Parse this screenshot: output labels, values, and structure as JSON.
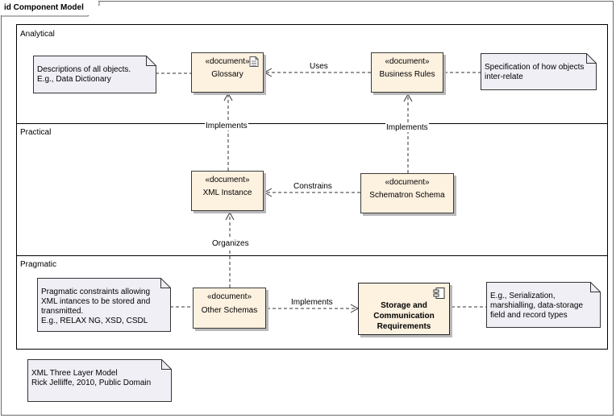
{
  "frame": {
    "title": "id Component Model"
  },
  "layers": {
    "analytical": "Analytical",
    "practical": "Practical",
    "pragmatic": "Pragmatic"
  },
  "nodes": {
    "glossary": {
      "stereotype": "«document»",
      "name": "Glossary"
    },
    "business_rules": {
      "stereotype": "«document»",
      "name": "Business Rules"
    },
    "xml_instance": {
      "stereotype": "«document»",
      "name": "XML Instance"
    },
    "schematron": {
      "stereotype": "«document»",
      "name": "Schematron Schema"
    },
    "other_schemas": {
      "stereotype": "«document»",
      "name": "Other Schemas"
    },
    "storage": {
      "name": "Storage and\nCommunication\nRequirements"
    }
  },
  "notes": {
    "descriptions": "Descriptions of all objects.\nE.g., Data Dictionary",
    "specification": "Specification of how objects\ninter-relate",
    "pragmatic_constraints": "Pragmatic constraints allowing\nXML intances to be stored and\ntransmitted.\nE.g., RELAX NG, XSD, CSDL",
    "serialization": "E.g., Serialization,\nmarshialling, data-storage\nfield and record types",
    "credit": "XML Three Layer Model\nRick Jelliffe, 2010, Public Domain"
  },
  "edges": {
    "uses": "Uses",
    "implements_glossary": "Implements",
    "implements_rules": "Implements",
    "constrains": "Constrains",
    "organizes": "Organizes",
    "implements_storage": "Implements"
  },
  "colors": {
    "node_fill": "#fdf1e0",
    "note_fill": "#f1eff6",
    "border": "#3b3b3b",
    "shadow": "#b9b9b9"
  }
}
